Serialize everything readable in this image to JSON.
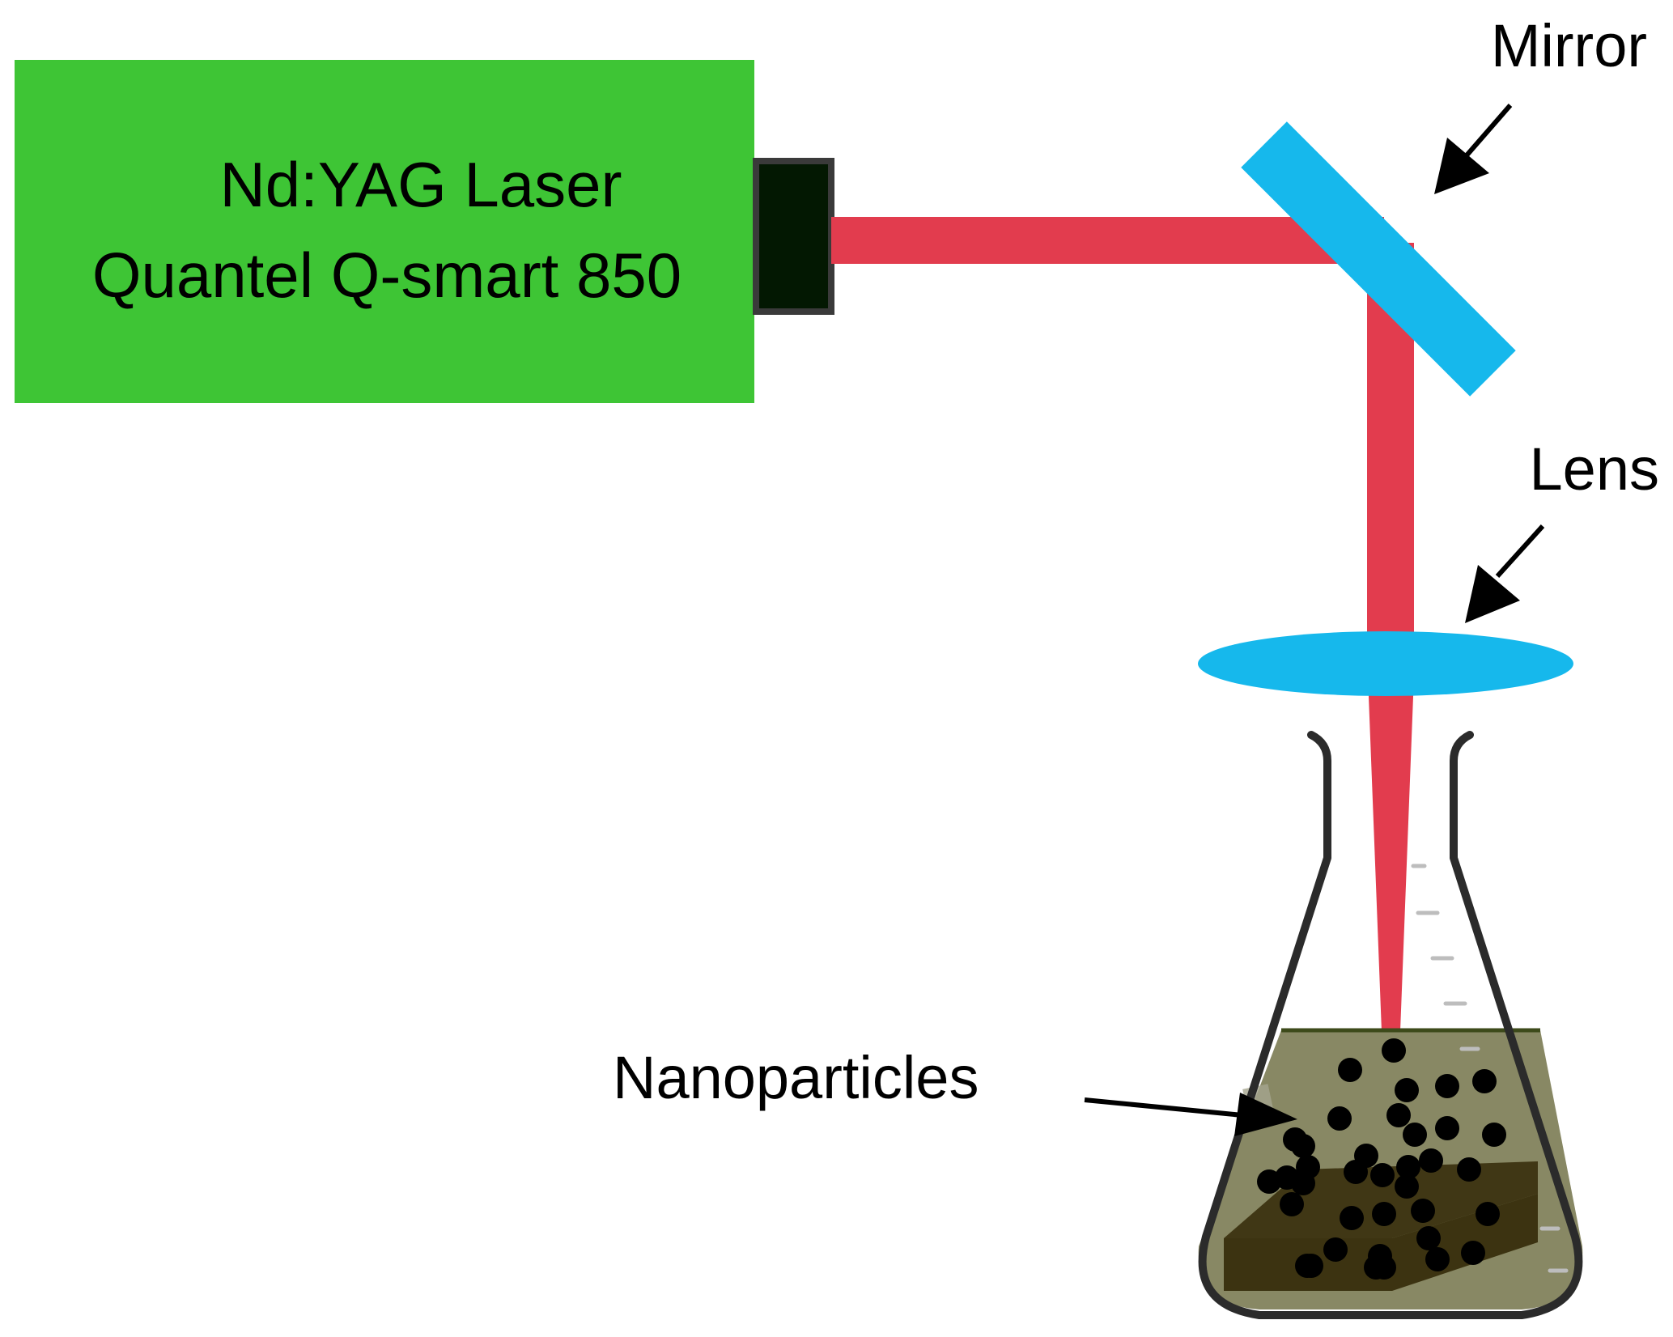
{
  "laser": {
    "line1": "Nd:YAG Laser",
    "line2": "Quantel Q-smart 850"
  },
  "labels": {
    "mirror": "Mirror",
    "lens": "Lens",
    "nanoparticles": "Nanoparticles"
  },
  "colors": {
    "laser_body": "#3ec535",
    "laser_aperture": "#031802",
    "aperture_border": "#3a3a3a",
    "beam": "#e23c4e",
    "optics": "#16b8ec",
    "liquid": "#888864",
    "target": "#3c3311",
    "particles": "#000000",
    "flask_outline": "#2b2b2b"
  }
}
